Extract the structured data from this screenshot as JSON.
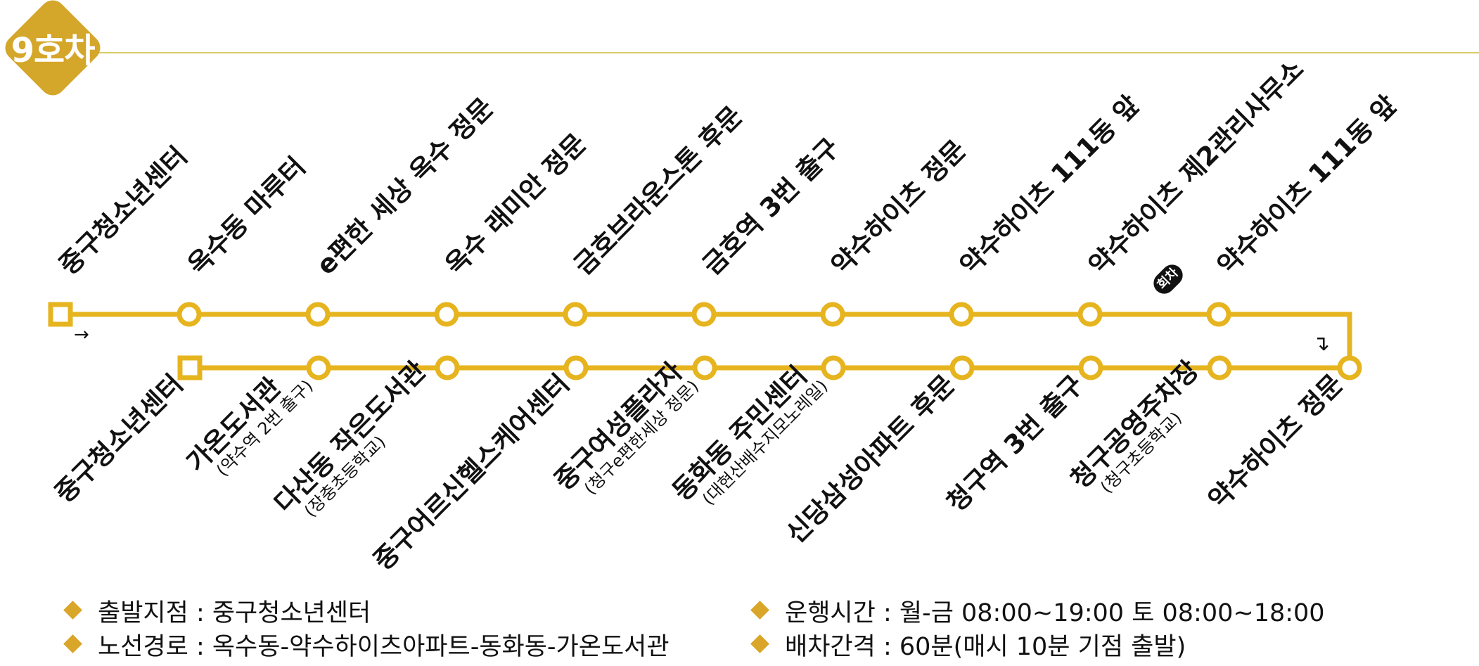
{
  "badge": {
    "label": "9호차",
    "color": "#d4a62a"
  },
  "colors": {
    "line": "#e6b41e",
    "header_line": "#d9cb6b",
    "text": "#111111",
    "return_badge": "#111111"
  },
  "top_stops": [
    {
      "name": "중구청소년센터",
      "shape": "square"
    },
    {
      "name": "옥수동 마루터",
      "shape": "circle"
    },
    {
      "name": "e편한 세상 옥수 정문",
      "shape": "circle"
    },
    {
      "name": "옥수 래미안 정문",
      "shape": "circle"
    },
    {
      "name": "금호브라운스톤 후문",
      "shape": "circle"
    },
    {
      "name": "금호역 3번 출구",
      "shape": "circle"
    },
    {
      "name": "약수하이츠 정문",
      "shape": "circle"
    },
    {
      "name": "약수하이츠 111동 앞",
      "shape": "circle"
    },
    {
      "name": "약수하이츠 제2관리사무소",
      "shape": "circle"
    },
    {
      "name": "약수하이츠 111동 앞",
      "shape": "circle"
    }
  ],
  "bottom_stops": [
    {
      "name": "중구청소년센터",
      "sub": "",
      "shape": "square"
    },
    {
      "name": "가온도서관",
      "sub": "(약수역 2번 출구)",
      "shape": "circle"
    },
    {
      "name": "다산동 작은도서관",
      "sub": "(장충초등학교)",
      "shape": "circle"
    },
    {
      "name": "중구어르신헬스케어센터",
      "sub": "",
      "shape": "circle"
    },
    {
      "name": "중구여성플라자",
      "sub": "(청구e편한세상 정문)",
      "shape": "circle"
    },
    {
      "name": "동화동 주민센터",
      "sub": "(대현산배수지모노레일)",
      "shape": "circle"
    },
    {
      "name": "신당삼성아파트 후문",
      "sub": "",
      "shape": "circle"
    },
    {
      "name": "청구역 3번 출구",
      "sub": "",
      "shape": "circle"
    },
    {
      "name": "청구공영주차장",
      "sub": "(청구초등학교)",
      "shape": "circle"
    },
    {
      "name": "약수하이츠 정문",
      "sub": "",
      "shape": "circle"
    }
  ],
  "return_badge": {
    "label": "회차",
    "stop_index": 8
  },
  "arrows": {
    "start": "→",
    "turn": "↴"
  },
  "info": [
    {
      "label": "출발지점",
      "value": "중구청소년센터"
    },
    {
      "label": "노선경로",
      "value": "옥수동-약수하이츠아파트-동화동-가온도서관"
    },
    {
      "label": "운행시간",
      "value": "월-금 08:00~19:00 토 08:00~18:00"
    },
    {
      "label": "배차간격",
      "value": "60분(매시 10분 기점 출발)"
    }
  ]
}
